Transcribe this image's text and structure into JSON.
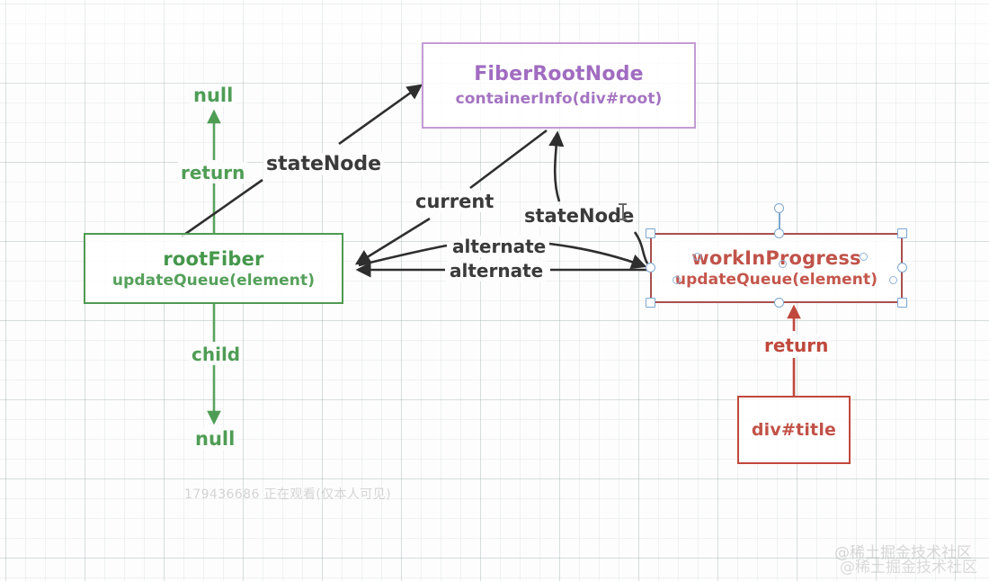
{
  "diagram": {
    "title": "React Fiber tree relationship diagram",
    "background": "#fdfdfd",
    "grid_color": "#e7ecea",
    "nodes": [
      {
        "id": "fiberRootNode",
        "title": "FiberRootNode",
        "subtitle": "containerInfo(div#root)",
        "color": "#a06cc0",
        "border_color": "#c49bd4",
        "selected": false
      },
      {
        "id": "rootFiber",
        "title": "rootFiber",
        "subtitle": "updateQueue(element)",
        "color": "#45974b",
        "border_color": "#4f9a52",
        "selected": false
      },
      {
        "id": "workInProgress",
        "title": "workInProgress",
        "subtitle": "updateQueue(element)",
        "color": "#c0534a",
        "border_color": "#a94f4f",
        "selected": true
      },
      {
        "id": "divTitle",
        "title": "div#title",
        "subtitle": "",
        "color": "#c25248",
        "border_color": "#c0483c",
        "selected": false
      }
    ],
    "edges": [
      {
        "id": "return-up",
        "label": "return",
        "from": "rootFiber",
        "to": "null-top",
        "color": "#4f9d55"
      },
      {
        "id": "null-top",
        "label": "null",
        "from": "",
        "to": "",
        "color": "#4f9d55"
      },
      {
        "id": "child-down",
        "label": "child",
        "from": "rootFiber",
        "to": "null-bottom",
        "color": "#4f9d55"
      },
      {
        "id": "null-bottom",
        "label": "null",
        "from": "",
        "to": "",
        "color": "#4f9d55"
      },
      {
        "id": "statenode-left",
        "label": "stateNode",
        "from": "rootFiber",
        "to": "fiberRootNode",
        "color": "#3a3a3a"
      },
      {
        "id": "current",
        "label": "current",
        "from": "fiberRootNode",
        "to": "rootFiber",
        "color": "#3a3a3a"
      },
      {
        "id": "statenode-right",
        "label": "stateNode",
        "from": "workInProgress",
        "to": "fiberRootNode",
        "color": "#3a3a3a"
      },
      {
        "id": "alternate-top",
        "label": "alternate",
        "from": "rootFiber",
        "to": "workInProgress",
        "color": "#3a3a3a"
      },
      {
        "id": "alternate-bottom",
        "label": "alternate",
        "from": "workInProgress",
        "to": "rootFiber",
        "color": "#3a3a3a"
      },
      {
        "id": "return-red",
        "label": "return",
        "from": "divTitle",
        "to": "workInProgress",
        "color": "#c0483c"
      }
    ],
    "selection": {
      "target": "workInProgress",
      "handle_color": "#7ba7cf",
      "handle_fill": "#ffffff",
      "has_rotation_handle": true
    },
    "watermarks": {
      "viewer": "179436686 正在观看(仅本人可见)",
      "brand_line1": "@稀土掘金技术社区",
      "brand_line2": "@稀土掘金技术社区"
    }
  }
}
